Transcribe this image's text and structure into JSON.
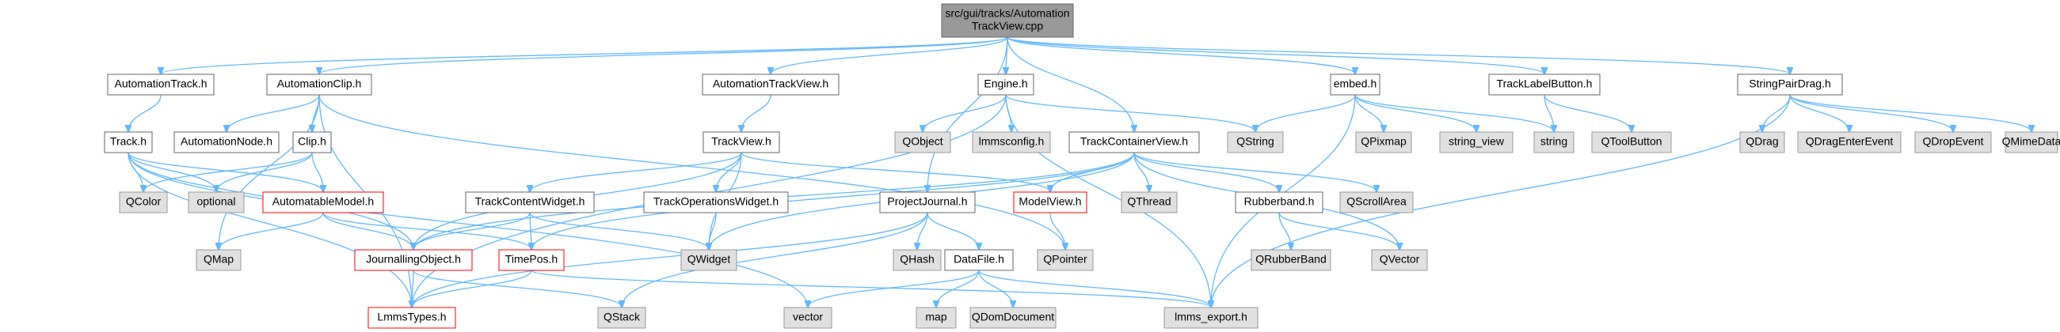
{
  "graph": {
    "nodes": [
      {
        "id": "root",
        "lines": [
          "src/gui/tracks/Automation",
          "TrackView.cpp"
        ],
        "kind": "root",
        "interactable": false
      },
      {
        "id": "AutomationTrack_h",
        "lines": [
          "AutomationTrack.h"
        ],
        "kind": "plain",
        "interactable": true
      },
      {
        "id": "AutomationClip_h",
        "lines": [
          "AutomationClip.h"
        ],
        "kind": "plain",
        "interactable": true
      },
      {
        "id": "AutomationTrackView_h",
        "lines": [
          "AutomationTrackView.h"
        ],
        "kind": "plain",
        "interactable": true
      },
      {
        "id": "Engine_h",
        "lines": [
          "Engine.h"
        ],
        "kind": "plain",
        "interactable": true
      },
      {
        "id": "embed_h",
        "lines": [
          "embed.h"
        ],
        "kind": "plain",
        "interactable": true
      },
      {
        "id": "TrackLabelButton_h",
        "lines": [
          "TrackLabelButton.h"
        ],
        "kind": "plain",
        "interactable": true
      },
      {
        "id": "StringPairDrag_h",
        "lines": [
          "StringPairDrag.h"
        ],
        "kind": "plain",
        "interactable": true
      },
      {
        "id": "Track_h",
        "lines": [
          "Track.h"
        ],
        "kind": "plain",
        "interactable": true
      },
      {
        "id": "AutomationNode_h",
        "lines": [
          "AutomationNode.h"
        ],
        "kind": "plain",
        "interactable": true
      },
      {
        "id": "Clip_h",
        "lines": [
          "Clip.h"
        ],
        "kind": "plain",
        "interactable": true
      },
      {
        "id": "TrackView_h",
        "lines": [
          "TrackView.h"
        ],
        "kind": "plain",
        "interactable": true
      },
      {
        "id": "QObject",
        "lines": [
          "QObject"
        ],
        "kind": "external",
        "interactable": false
      },
      {
        "id": "lmmsconfig_h",
        "lines": [
          "lmmsconfig.h"
        ],
        "kind": "external",
        "interactable": false
      },
      {
        "id": "QString",
        "lines": [
          "QString"
        ],
        "kind": "external",
        "interactable": false
      },
      {
        "id": "TrackContainerView_h",
        "lines": [
          "TrackContainerView.h"
        ],
        "kind": "plain",
        "interactable": true
      },
      {
        "id": "QPixmap",
        "lines": [
          "QPixmap"
        ],
        "kind": "external",
        "interactable": false
      },
      {
        "id": "string_view",
        "lines": [
          "string_view"
        ],
        "kind": "external",
        "interactable": false
      },
      {
        "id": "string",
        "lines": [
          "string"
        ],
        "kind": "external",
        "interactable": false
      },
      {
        "id": "QToolButton",
        "lines": [
          "QToolButton"
        ],
        "kind": "external",
        "interactable": false
      },
      {
        "id": "QDrag",
        "lines": [
          "QDrag"
        ],
        "kind": "external",
        "interactable": false
      },
      {
        "id": "QDragEnterEvent",
        "lines": [
          "QDragEnterEvent"
        ],
        "kind": "external",
        "interactable": false
      },
      {
        "id": "QDropEvent",
        "lines": [
          "QDropEvent"
        ],
        "kind": "external",
        "interactable": false
      },
      {
        "id": "QMimeData",
        "lines": [
          "QMimeData"
        ],
        "kind": "external",
        "interactable": false
      },
      {
        "id": "QColor",
        "lines": [
          "QColor"
        ],
        "kind": "external",
        "interactable": false
      },
      {
        "id": "optional",
        "lines": [
          "optional"
        ],
        "kind": "external",
        "interactable": false
      },
      {
        "id": "AutomatableModel_h",
        "lines": [
          "AutomatableModel.h"
        ],
        "kind": "missing",
        "interactable": true
      },
      {
        "id": "TrackContentWidget_h",
        "lines": [
          "TrackContentWidget.h"
        ],
        "kind": "plain",
        "interactable": true
      },
      {
        "id": "TrackOperationsWidget_h",
        "lines": [
          "TrackOperationsWidget.h"
        ],
        "kind": "plain",
        "interactable": true
      },
      {
        "id": "ProjectJournal_h",
        "lines": [
          "ProjectJournal.h"
        ],
        "kind": "plain",
        "interactable": true
      },
      {
        "id": "ModelView_h",
        "lines": [
          "ModelView.h"
        ],
        "kind": "missing",
        "interactable": true
      },
      {
        "id": "QThread",
        "lines": [
          "QThread"
        ],
        "kind": "external",
        "interactable": false
      },
      {
        "id": "Rubberband_h",
        "lines": [
          "Rubberband.h"
        ],
        "kind": "plain",
        "interactable": true
      },
      {
        "id": "QScrollArea",
        "lines": [
          "QScrollArea"
        ],
        "kind": "external",
        "interactable": false
      },
      {
        "id": "QMap",
        "lines": [
          "QMap"
        ],
        "kind": "external",
        "interactable": false
      },
      {
        "id": "JournallingObject_h",
        "lines": [
          "JournallingObject.h"
        ],
        "kind": "missing",
        "interactable": true
      },
      {
        "id": "TimePos_h",
        "lines": [
          "TimePos.h"
        ],
        "kind": "missing",
        "interactable": true
      },
      {
        "id": "QWidget",
        "lines": [
          "QWidget"
        ],
        "kind": "external",
        "interactable": false
      },
      {
        "id": "QHash",
        "lines": [
          "QHash"
        ],
        "kind": "external",
        "interactable": false
      },
      {
        "id": "DataFile_h",
        "lines": [
          "DataFile.h"
        ],
        "kind": "plain",
        "interactable": true
      },
      {
        "id": "QPointer",
        "lines": [
          "QPointer"
        ],
        "kind": "external",
        "interactable": false
      },
      {
        "id": "QRubberBand",
        "lines": [
          "QRubberBand"
        ],
        "kind": "external",
        "interactable": false
      },
      {
        "id": "QVector",
        "lines": [
          "QVector"
        ],
        "kind": "external",
        "interactable": false
      },
      {
        "id": "LmmsTypes_h",
        "lines": [
          "LmmsTypes.h"
        ],
        "kind": "missing",
        "interactable": true
      },
      {
        "id": "QStack",
        "lines": [
          "QStack"
        ],
        "kind": "external",
        "interactable": false
      },
      {
        "id": "vector",
        "lines": [
          "vector"
        ],
        "kind": "external",
        "interactable": false
      },
      {
        "id": "map",
        "lines": [
          "map"
        ],
        "kind": "external",
        "interactable": false
      },
      {
        "id": "QDomDocument",
        "lines": [
          "QDomDocument"
        ],
        "kind": "external",
        "interactable": false
      },
      {
        "id": "lmms_export_h",
        "lines": [
          "lmms_export.h"
        ],
        "kind": "external",
        "interactable": false
      }
    ],
    "edges": [
      [
        "root",
        "AutomationTrack_h"
      ],
      [
        "root",
        "AutomationClip_h"
      ],
      [
        "root",
        "AutomationTrackView_h"
      ],
      [
        "root",
        "Engine_h"
      ],
      [
        "root",
        "embed_h"
      ],
      [
        "root",
        "TrackLabelButton_h"
      ],
      [
        "root",
        "StringPairDrag_h"
      ],
      [
        "root",
        "TrackContainerView_h"
      ],
      [
        "root",
        "ProjectJournal_h"
      ],
      [
        "AutomationTrack_h",
        "Track_h"
      ],
      [
        "AutomationClip_h",
        "AutomationNode_h"
      ],
      [
        "AutomationClip_h",
        "Clip_h"
      ],
      [
        "AutomationClip_h",
        "QMap"
      ],
      [
        "AutomationClip_h",
        "QPointer"
      ],
      [
        "AutomationClip_h",
        "LmmsTypes_h"
      ],
      [
        "AutomationTrackView_h",
        "TrackView_h"
      ],
      [
        "Engine_h",
        "QObject"
      ],
      [
        "Engine_h",
        "lmmsconfig_h"
      ],
      [
        "Engine_h",
        "QString"
      ],
      [
        "Engine_h",
        "lmms_export_h"
      ],
      [
        "Engine_h",
        "LmmsTypes_h"
      ],
      [
        "embed_h",
        "QPixmap"
      ],
      [
        "embed_h",
        "string_view"
      ],
      [
        "embed_h",
        "QString"
      ],
      [
        "embed_h",
        "string"
      ],
      [
        "embed_h",
        "lmms_export_h"
      ],
      [
        "TrackLabelButton_h",
        "string"
      ],
      [
        "TrackLabelButton_h",
        "QToolButton"
      ],
      [
        "StringPairDrag_h",
        "QDrag"
      ],
      [
        "StringPairDrag_h",
        "QDragEnterEvent"
      ],
      [
        "StringPairDrag_h",
        "QDropEvent"
      ],
      [
        "StringPairDrag_h",
        "QMimeData"
      ],
      [
        "StringPairDrag_h",
        "lmms_export_h"
      ],
      [
        "Track_h",
        "QColor"
      ],
      [
        "Track_h",
        "optional"
      ],
      [
        "Track_h",
        "AutomatableModel_h"
      ],
      [
        "Track_h",
        "JournallingObject_h"
      ],
      [
        "Track_h",
        "LmmsTypes_h"
      ],
      [
        "Track_h",
        "vector"
      ],
      [
        "Clip_h",
        "QColor"
      ],
      [
        "Clip_h",
        "optional"
      ],
      [
        "Clip_h",
        "AutomatableModel_h"
      ],
      [
        "TrackView_h",
        "TrackContentWidget_h"
      ],
      [
        "TrackView_h",
        "TrackOperationsWidget_h"
      ],
      [
        "TrackView_h",
        "ModelView_h"
      ],
      [
        "TrackView_h",
        "JournallingObject_h"
      ],
      [
        "TrackView_h",
        "QWidget"
      ],
      [
        "TrackContainerView_h",
        "QThread"
      ],
      [
        "TrackContainerView_h",
        "Rubberband_h"
      ],
      [
        "TrackContainerView_h",
        "QScrollArea"
      ],
      [
        "TrackContainerView_h",
        "ModelView_h"
      ],
      [
        "TrackContainerView_h",
        "JournallingObject_h"
      ],
      [
        "TrackContainerView_h",
        "TimePos_h"
      ],
      [
        "TrackContainerView_h",
        "QWidget"
      ],
      [
        "TrackContainerView_h",
        "QVector"
      ],
      [
        "AutomatableModel_h",
        "QMap"
      ],
      [
        "AutomatableModel_h",
        "JournallingObject_h"
      ],
      [
        "AutomatableModel_h",
        "TimePos_h"
      ],
      [
        "TrackContentWidget_h",
        "JournallingObject_h"
      ],
      [
        "TrackContentWidget_h",
        "TimePos_h"
      ],
      [
        "TrackContentWidget_h",
        "QWidget"
      ],
      [
        "TrackOperationsWidget_h",
        "QWidget"
      ],
      [
        "ProjectJournal_h",
        "QHash"
      ],
      [
        "ProjectJournal_h",
        "DataFile_h"
      ],
      [
        "ProjectJournal_h",
        "LmmsTypes_h"
      ],
      [
        "ProjectJournal_h",
        "QStack"
      ],
      [
        "ModelView_h",
        "QPointer"
      ],
      [
        "Rubberband_h",
        "QRubberBand"
      ],
      [
        "Rubberband_h",
        "QVector"
      ],
      [
        "JournallingObject_h",
        "LmmsTypes_h"
      ],
      [
        "JournallingObject_h",
        "QStack"
      ],
      [
        "TimePos_h",
        "LmmsTypes_h"
      ],
      [
        "TimePos_h",
        "lmms_export_h"
      ],
      [
        "DataFile_h",
        "vector"
      ],
      [
        "DataFile_h",
        "map"
      ],
      [
        "DataFile_h",
        "QDomDocument"
      ],
      [
        "DataFile_h",
        "lmms_export_h"
      ]
    ]
  }
}
